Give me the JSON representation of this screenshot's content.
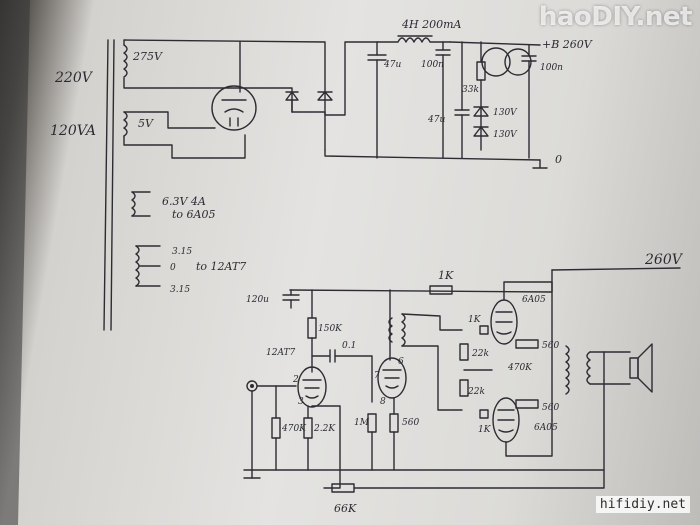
{
  "watermark_top": "haoDIY.net",
  "watermark_bottom": "hifidiy.net",
  "power_supply": {
    "mains_voltage": "220V",
    "transformer_rating": "120VA",
    "hv_winding": "275V",
    "rect_heater": "5V",
    "choke": "4H 200mA",
    "b_plus": "+B 260V",
    "cap_reservoir": "47u",
    "cap_100n": "100n",
    "cap_47u_2": "47u",
    "res_33k": "33k",
    "zener_1": "130V",
    "zener_2": "130V",
    "cap_out": "100n",
    "ground": "0"
  },
  "heaters": {
    "winding_1a": "6.3V 4A",
    "winding_1b": "to 6A05",
    "winding_2a": "3.15",
    "winding_2b": "0",
    "winding_2c": "3.15",
    "winding_2_to": "to 12AT7"
  },
  "amplifier": {
    "supply": "260V",
    "cap_120u": "120u",
    "r_1k_top": "1K",
    "r_150k": "150K",
    "tube_12at7": "12AT7",
    "cap_01": "0.1",
    "pin_2": "2",
    "pin_3": "3",
    "pin_7": "7",
    "pin_6": "6",
    "pin_8": "8",
    "r_470k": "470K",
    "r_2k2": "2.2K",
    "r_1m": "1M",
    "r_560": "560",
    "r_1k_g1": "1K",
    "r_22k_1": "22k",
    "r_22k_2": "22k",
    "r_1k_g2": "1K",
    "r_560_a": "560",
    "r_470k_b": "470K",
    "r_560_b": "560",
    "tube_out_1": "6A05",
    "tube_out_2": "6A05",
    "r_66k": "66K"
  }
}
